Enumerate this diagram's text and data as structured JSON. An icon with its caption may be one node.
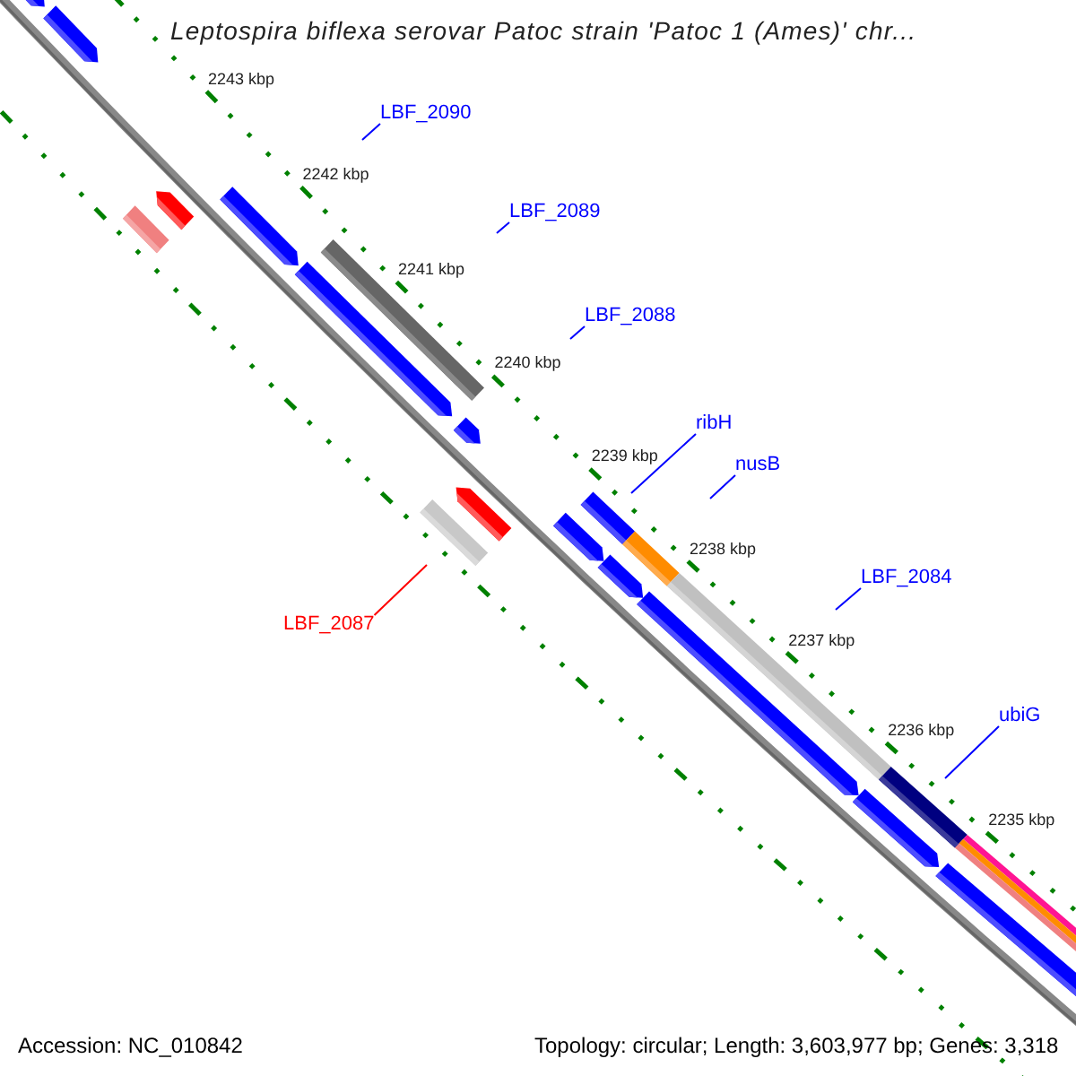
{
  "diagram": {
    "title": "Leptospira biflexa serovar Patoc strain 'Patoc 1 (Ames)' chr...",
    "nodes": [
      {
        "text": [
          "LBF_2090"
        ]
      },
      {
        "text": [
          "LBF_2089"
        ]
      },
      {
        "text": [
          "LBF_2088"
        ]
      },
      {
        "text": [
          "ribH"
        ]
      },
      {
        "text": [
          "nusB"
        ]
      },
      {
        "text": [
          "LBF_2084"
        ]
      },
      {
        "text": [
          "ubiG"
        ]
      },
      {
        "text": [
          "LBF_2087"
        ]
      }
    ],
    "edges": [
      {
        "from": 0,
        "to": null,
        "arrow": "none"
      },
      {
        "from": 1,
        "to": null,
        "arrow": "none"
      },
      {
        "from": 2,
        "to": null,
        "arrow": "none"
      },
      {
        "from": 3,
        "to": null,
        "arrow": "none"
      },
      {
        "from": 4,
        "to": null,
        "arrow": "none"
      },
      {
        "from": 5,
        "to": null,
        "arrow": "none"
      },
      {
        "from": 6,
        "to": null,
        "arrow": "none"
      },
      {
        "from": 7,
        "to": null,
        "arrow": "none",
        "color": "#ff0000"
      }
    ],
    "labels": [
      "2243 kbp",
      "2242 kbp",
      "2241 kbp",
      "2240 kbp",
      "2239 kbp",
      "2238 kbp",
      "2237 kbp",
      "2236 kbp",
      "2235 kbp",
      "Accession: NC_010842",
      "Topology: circular; Length: 3,603,977 bp; Genes: 3,318"
    ]
  }
}
